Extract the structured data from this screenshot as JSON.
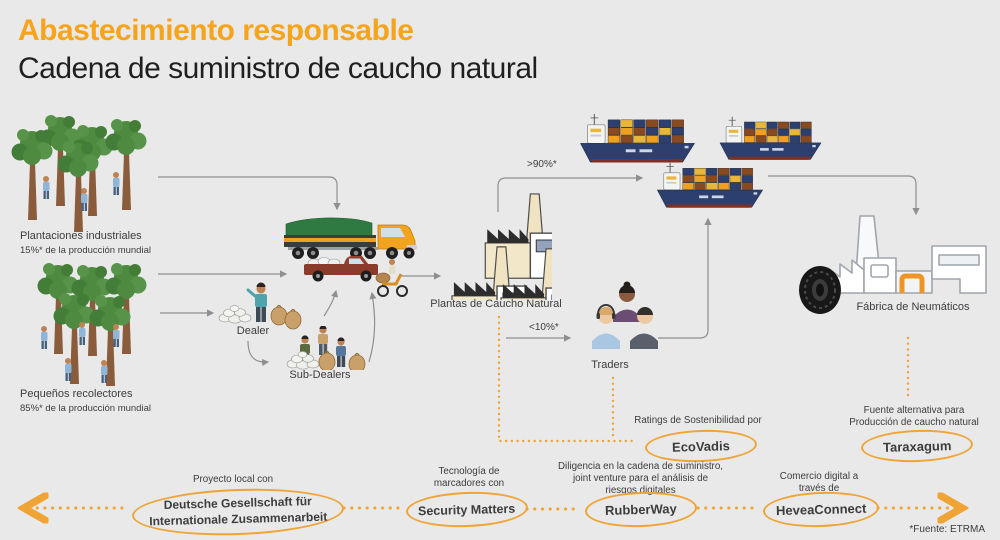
{
  "header": {
    "title": "Abastecimiento responsable",
    "subtitle": "Cadena de suministro de caucho natural"
  },
  "nodes": {
    "plantations": {
      "label": "Plantaciones industriales",
      "sublabel": "15%* de la producción mundial"
    },
    "smallholders": {
      "label": "Pequeños recolectores",
      "sublabel": "85%* de la producción mundial"
    },
    "dealer": {
      "label": "Dealer"
    },
    "subdealers": {
      "label": "Sub-Dealers"
    },
    "plants": {
      "label": "Plantas de Caucho Natural"
    },
    "traders": {
      "label": "Traders"
    },
    "tire_factory": {
      "label": "Fábrica de Neumáticos"
    }
  },
  "flow_labels": {
    "export_share": ">90%*",
    "local_share": "<10%*"
  },
  "partners": {
    "ecovadis": {
      "note_lines": [
        "Ratings de Sostenibilidad por"
      ],
      "name": "EcoVadis"
    },
    "taraxagum": {
      "note_lines": [
        "Fuente alternativa para",
        "Producción de caucho natural"
      ],
      "name": "Taraxagum"
    },
    "giz": {
      "note_lines": [
        "Proyecto local con"
      ],
      "name_lines": [
        "Deutsche Gesellschaft für",
        "Internationale Zusammenarbeit"
      ]
    },
    "security_matters": {
      "note_lines": [
        "Tecnología de",
        "marcadores con"
      ],
      "name": "Security Matters"
    },
    "rubberway": {
      "note_lines": [
        "Diligencia en la cadena de suministro,",
        "joint venture para el análisis de",
        "riesgos digitales"
      ],
      "name": "RubberWay"
    },
    "heveaconnect": {
      "note_lines": [
        "Comercio digital a",
        "través de"
      ],
      "name": "HeveaConnect"
    }
  },
  "footnote": "*Fuente: ETRMA",
  "icons": {
    "plantations": "trees-with-tappers",
    "smallholders": "trees-with-tappers",
    "transport": "trucks-and-scooter",
    "dealer": "person-with-sacks",
    "subdealers": "people-with-sacks",
    "plants": "rubber-processing-factories",
    "shipping": "container-ships",
    "traders": "traders-people",
    "tire_factory": "tire-and-factory"
  },
  "colors": {
    "background": "#e9e9e9",
    "accent_orange": "#f6a41c",
    "dashed_orange": "#f0a436",
    "line_gray": "#8f8f8f",
    "text_dark": "#3c3c3c"
  }
}
